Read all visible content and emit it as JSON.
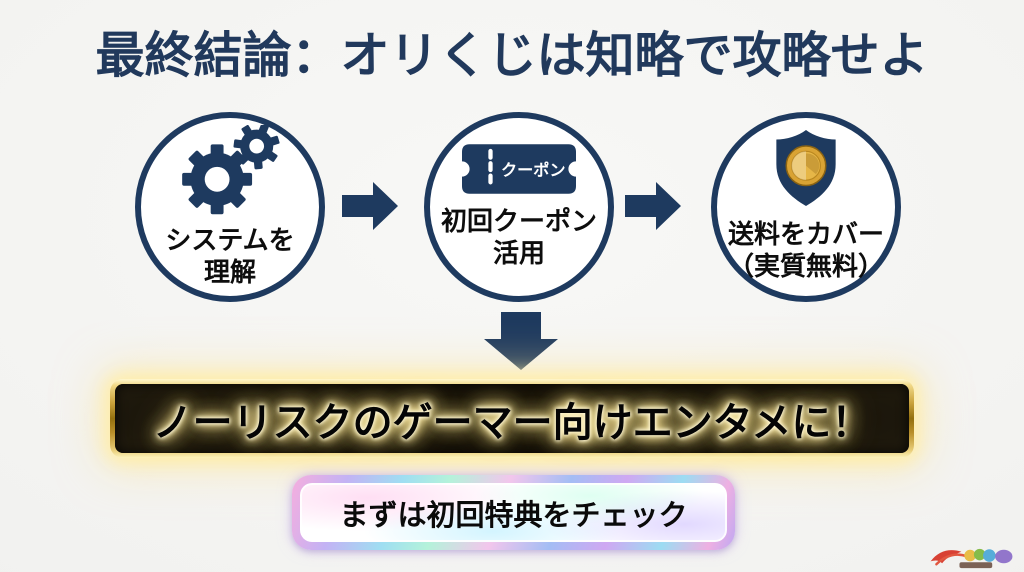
{
  "title": "最終結論：オリくじは知略で攻略せよ",
  "steps": [
    {
      "label": "システムを\n理解",
      "icon": "gears-icon"
    },
    {
      "label": "初回クーポン\n活用",
      "icon": "coupon-ticket-icon",
      "icon_text": "クーポン"
    },
    {
      "label": "送料をカバー\n（実質無料）",
      "icon": "shield-coin-icon"
    }
  ],
  "banner": {
    "text": "ノーリスクのゲーマー向けエンタメに！"
  },
  "cta": {
    "label": "まずは初回特典をチェック"
  },
  "icons": {
    "gears-icon": "⚙",
    "coupon-ticket-icon": "🎟",
    "shield-coin-icon": "🛡",
    "arrow-right-icon": "➜",
    "arrow-down-icon": "⬇"
  },
  "colors": {
    "navy": "#1e3a5f",
    "title_navy": "#21395c",
    "gold": "#caa23c",
    "glow": "#ffe9a8",
    "coin_gold": "#d9a334",
    "background": "#f2f2f0",
    "text_black": "#0a0a0a"
  }
}
